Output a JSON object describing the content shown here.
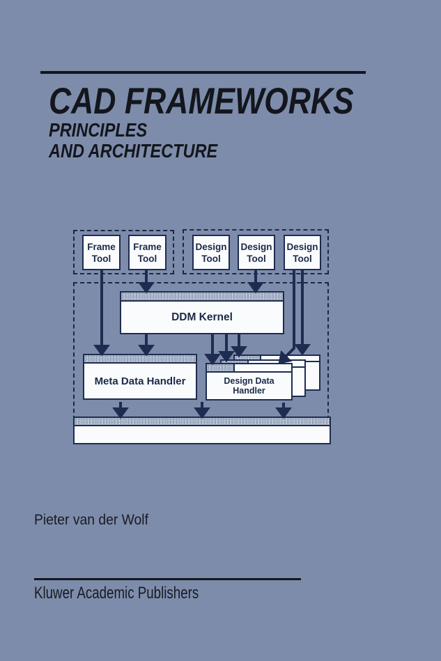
{
  "cover": {
    "title": "CAD FRAMEWORKS",
    "subtitle_line1": "PRINCIPLES",
    "subtitle_line2": "AND ARCHITECTURE",
    "author": "Pieter van der Wolf",
    "publisher": "Kluwer Academic Publishers",
    "colors": {
      "background": "#7E8CAB",
      "ink": "#13161C",
      "diagram_navy": "#1D2C50",
      "panel_strip": "#AAB6CA",
      "box_fill": "#FAFBFD"
    }
  },
  "diagram": {
    "frame_tool_group": {
      "tools": [
        {
          "line1": "Frame",
          "line2": "Tool"
        },
        {
          "line1": "Frame",
          "line2": "Tool"
        }
      ]
    },
    "design_tool_group": {
      "tools": [
        {
          "line1": "Design",
          "line2": "Tool"
        },
        {
          "line1": "Design",
          "line2": "Tool"
        },
        {
          "line1": "Design",
          "line2": "Tool"
        }
      ]
    },
    "kernel": {
      "label": "DDM Kernel"
    },
    "meta_data_handler": {
      "label": "Meta Data Handler"
    },
    "design_data_handler": {
      "label": "Design Data Handler"
    }
  }
}
